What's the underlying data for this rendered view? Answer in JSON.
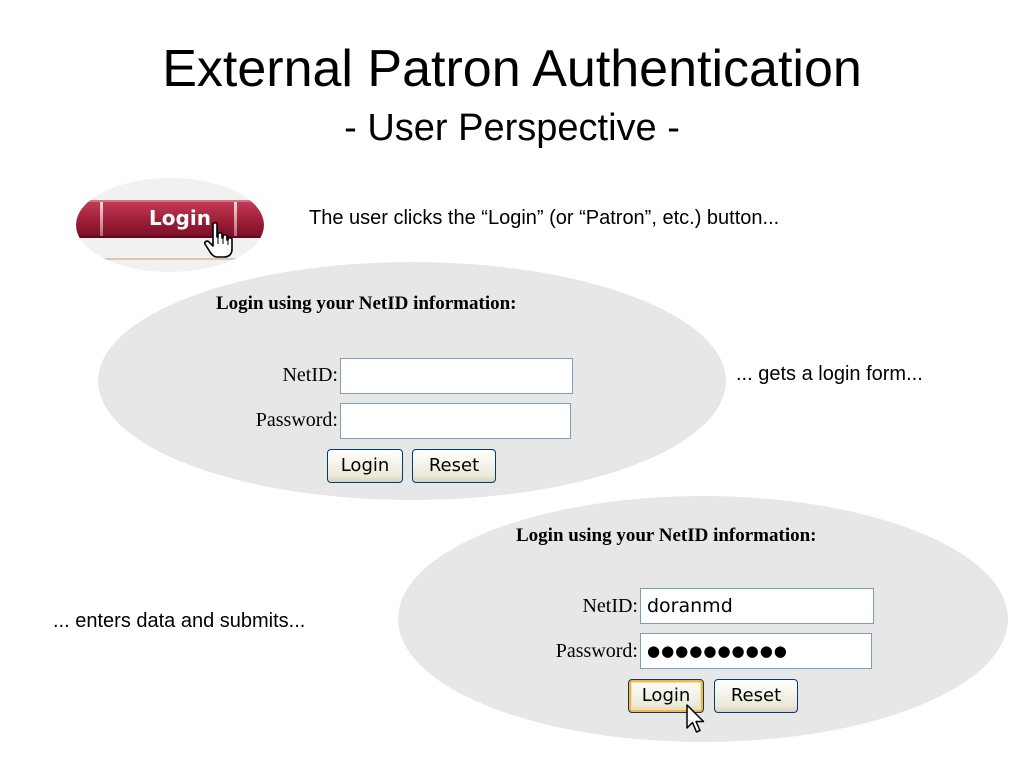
{
  "slide": {
    "title": "External Patron Authentication",
    "subtitle": "- User Perspective -"
  },
  "nav": {
    "button_label": "Login"
  },
  "captions": {
    "step1": "The user clicks the “Login” (or “Patron”, etc.) button...",
    "step2": "... gets a login form...",
    "step3": "... enters data and submits..."
  },
  "form_empty": {
    "heading": "Login using your NetID information:",
    "netid_label": "NetID:",
    "password_label": "Password:",
    "netid_value": "",
    "password_value": "",
    "login_button": "Login",
    "reset_button": "Reset"
  },
  "form_filled": {
    "heading": "Login using your NetID information:",
    "netid_label": "NetID:",
    "password_label": "Password:",
    "netid_value": "doranmd",
    "password_value": "●●●●●●●●●●",
    "login_button": "Login",
    "reset_button": "Reset"
  },
  "icons": {
    "hand_cursor": "hand-pointer-icon",
    "arrow_cursor": "arrow-pointer-icon"
  },
  "colors": {
    "nav_bar": "#9e1f38",
    "blob_bg": "#e7e7e7",
    "input_border": "#7f9db9",
    "button_focus": "#f8b34a"
  }
}
